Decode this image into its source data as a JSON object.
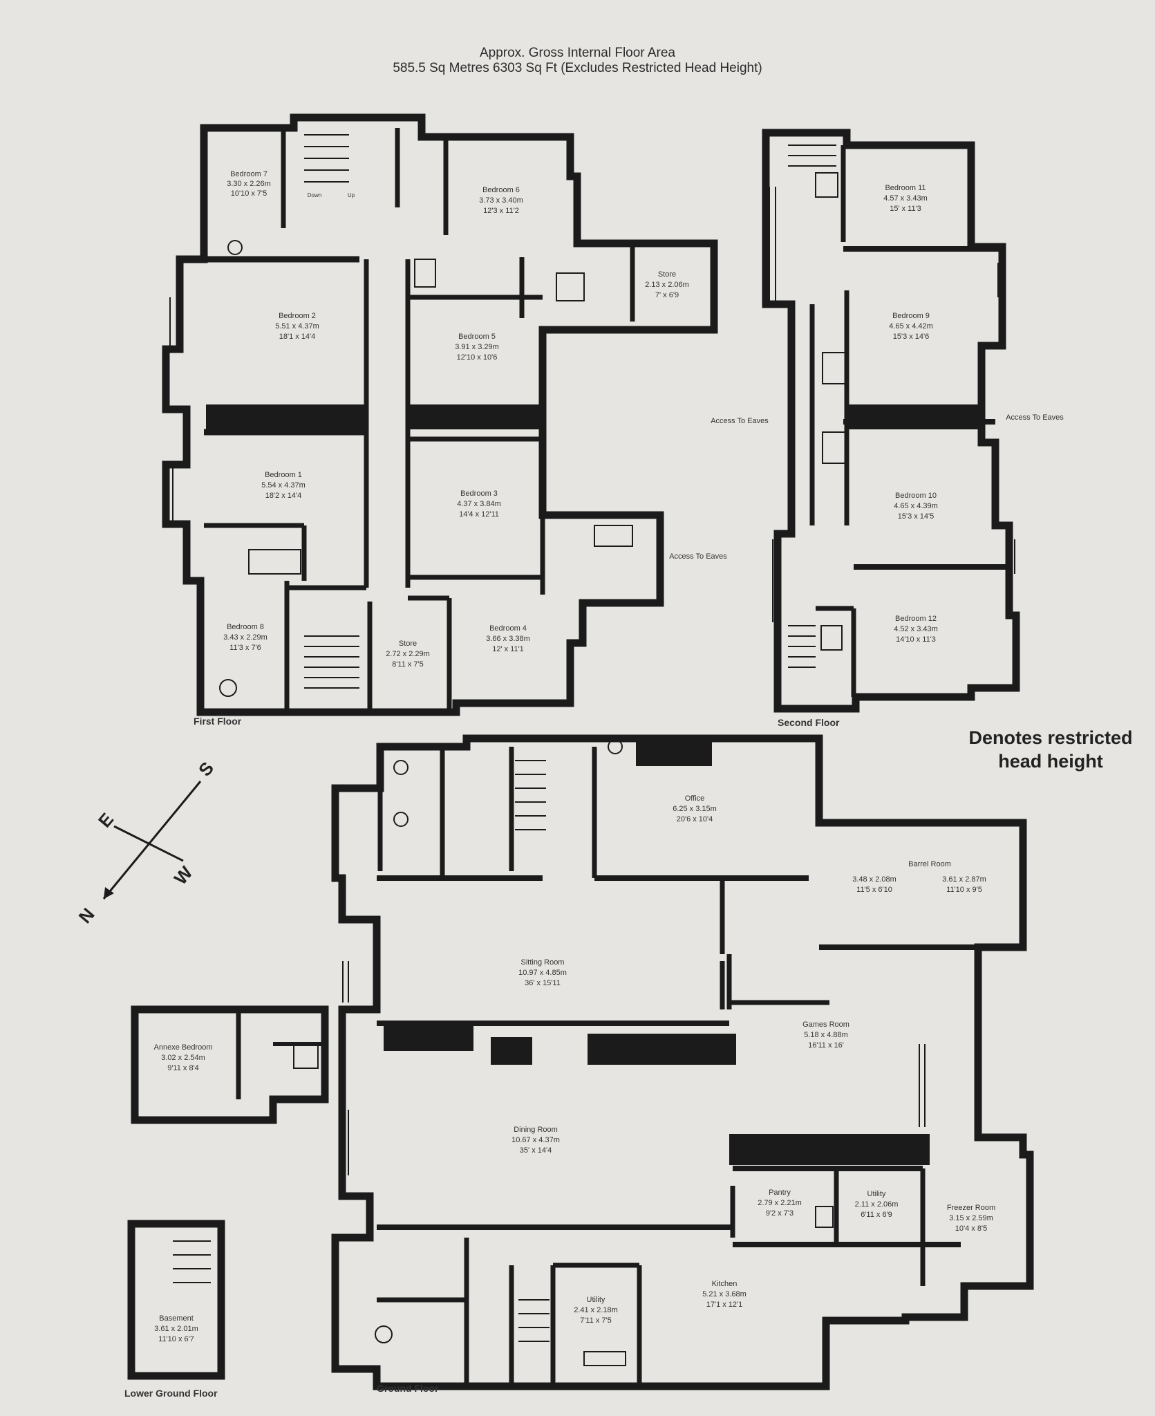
{
  "header": {
    "line1": "Approx. Gross Internal Floor Area",
    "line2": "585.5 Sq Metres 6303 Sq Ft (Excludes Restricted Head Height)"
  },
  "legend": {
    "line1": "Denotes restricted",
    "line2": "head height"
  },
  "floors": {
    "first": "First Floor",
    "second": "Second Floor",
    "ground": "Ground Floor",
    "lower_ground": "Lower Ground Floor"
  },
  "compass": {
    "s": "S",
    "w": "W",
    "n": "N",
    "e": "E"
  },
  "rooms": {
    "bedroom7": {
      "name": "Bedroom 7",
      "metric": "3.30 x 2.26m",
      "imperial": "10'10 x 7'5"
    },
    "bedroom6": {
      "name": "Bedroom 6",
      "metric": "3.73 x 3.40m",
      "imperial": "12'3 x 11'2"
    },
    "bedroom2": {
      "name": "Bedroom 2",
      "metric": "5.51 x 4.37m",
      "imperial": "18'1 x 14'4"
    },
    "bedroom5": {
      "name": "Bedroom 5",
      "metric": "3.91 x 3.29m",
      "imperial": "12'10 x 10'6"
    },
    "store_ff_top": {
      "name": "Store",
      "metric": "2.13 x 2.06m",
      "imperial": "7' x 6'9"
    },
    "bedroom1": {
      "name": "Bedroom 1",
      "metric": "5.54 x 4.37m",
      "imperial": "18'2 x 14'4"
    },
    "bedroom3": {
      "name": "Bedroom 3",
      "metric": "4.37 x 3.84m",
      "imperial": "14'4 x 12'11"
    },
    "bedroom8": {
      "name": "Bedroom 8",
      "metric": "3.43 x 2.29m",
      "imperial": "11'3 x 7'6"
    },
    "store_ff_bottom": {
      "name": "Store",
      "metric": "2.72 x 2.29m",
      "imperial": "8'11 x 7'5"
    },
    "bedroom4": {
      "name": "Bedroom 4",
      "metric": "3.66 x 3.38m",
      "imperial": "12' x 11'1"
    },
    "bedroom11": {
      "name": "Bedroom 11",
      "metric": "4.57 x 3.43m",
      "imperial": "15' x 11'3"
    },
    "bedroom9": {
      "name": "Bedroom 9",
      "metric": "4.65 x 4.42m",
      "imperial": "15'3 x 14'6"
    },
    "bedroom10": {
      "name": "Bedroom 10",
      "metric": "4.65 x 4.39m",
      "imperial": "15'3 x 14'5"
    },
    "bedroom12": {
      "name": "Bedroom 12",
      "metric": "4.52 x 3.43m",
      "imperial": "14'10 x 11'3"
    },
    "office": {
      "name": "Office",
      "metric": "6.25 x 3.15m",
      "imperial": "20'6 x 10'4"
    },
    "barrel_room": {
      "name": "Barrel Room",
      "metric_a": "3.48 x 2.08m",
      "imperial_a": "11'5 x 6'10",
      "metric_b": "3.61 x 2.87m",
      "imperial_b": "11'10 x 9'5"
    },
    "sitting_room": {
      "name": "Sitting Room",
      "metric": "10.97 x 4.85m",
      "imperial": "36' x 15'11"
    },
    "games_room": {
      "name": "Games Room",
      "metric": "5.18 x 4.88m",
      "imperial": "16'11 x 16'"
    },
    "dining_room": {
      "name": "Dining Room",
      "metric": "10.67 x 4.37m",
      "imperial": "35' x 14'4"
    },
    "annexe_bedroom": {
      "name": "Annexe Bedroom",
      "metric": "3.02 x 2.54m",
      "imperial": "9'11 x 8'4"
    },
    "pantry": {
      "name": "Pantry",
      "metric": "2.79 x 2.21m",
      "imperial": "9'2 x 7'3"
    },
    "utility_a": {
      "name": "Utility",
      "metric": "2.11 x 2.06m",
      "imperial": "6'11 x 6'9"
    },
    "freezer_room": {
      "name": "Freezer Room",
      "metric": "3.15 x 2.59m",
      "imperial": "10'4 x 8'5"
    },
    "utility_b": {
      "name": "Utility",
      "metric": "2.41 x 2.18m",
      "imperial": "7'11 x 7'5"
    },
    "kitchen": {
      "name": "Kitchen",
      "metric": "5.21 x 3.68m",
      "imperial": "17'1 x 12'1"
    },
    "basement": {
      "name": "Basement",
      "metric": "3.61 x 2.01m",
      "imperial": "11'10 x 6'7"
    }
  },
  "annotations": {
    "access_eaves_ff": "Access To Eaves",
    "access_eaves_sf_left": "Access To Eaves",
    "access_eaves_sf_right": "Access To Eaves",
    "down": "Down",
    "up": "Up"
  }
}
